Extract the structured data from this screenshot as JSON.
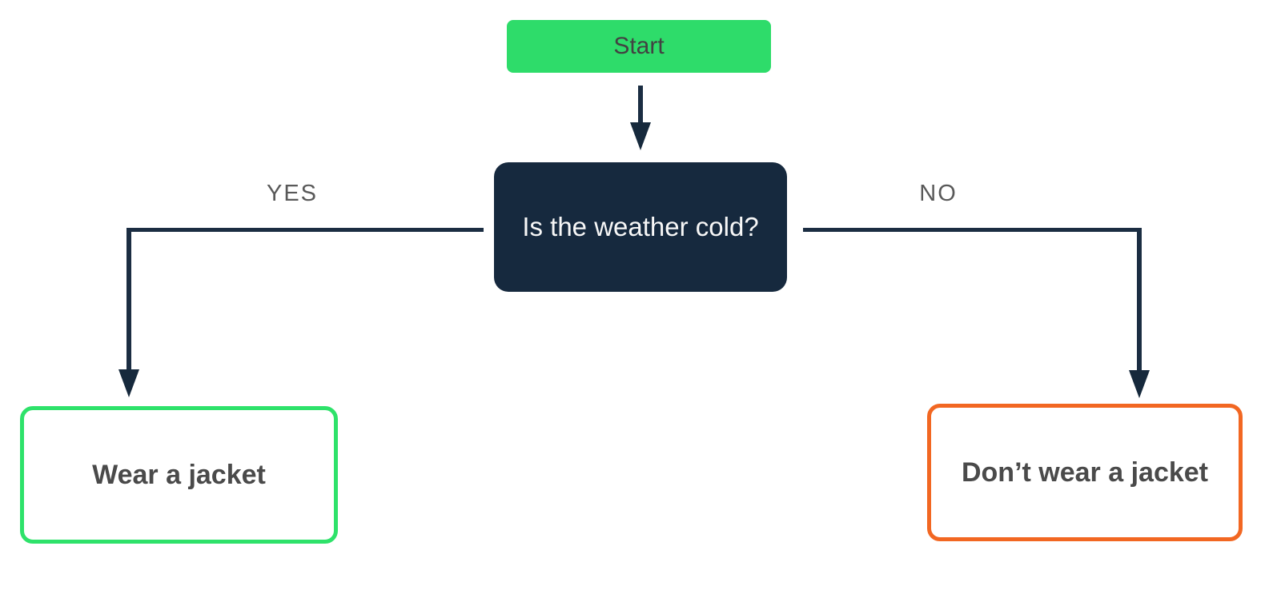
{
  "diagram": {
    "type": "flowchart",
    "nodes": {
      "start": {
        "label": "Start",
        "fill": "#2edc6a",
        "text_color": "#424242"
      },
      "decision": {
        "label": "Is the weather cold?",
        "fill": "#16293e",
        "text_color": "#f7f7f7"
      },
      "yes_outcome": {
        "label": "Wear a jacket",
        "border_color": "#2ee26a",
        "text_color": "#4a4a4a"
      },
      "no_outcome": {
        "label": "Don’t wear a jacket",
        "border_color": "#f26722",
        "text_color": "#4a4a4a"
      }
    },
    "edges": [
      {
        "from": "start",
        "to": "decision",
        "label": ""
      },
      {
        "from": "decision",
        "to": "yes_outcome",
        "label": "YES"
      },
      {
        "from": "decision",
        "to": "no_outcome",
        "label": "NO"
      }
    ],
    "colors": {
      "connector": "#1b2d42",
      "edge_label": "#595959",
      "background": "#ffffff"
    }
  }
}
